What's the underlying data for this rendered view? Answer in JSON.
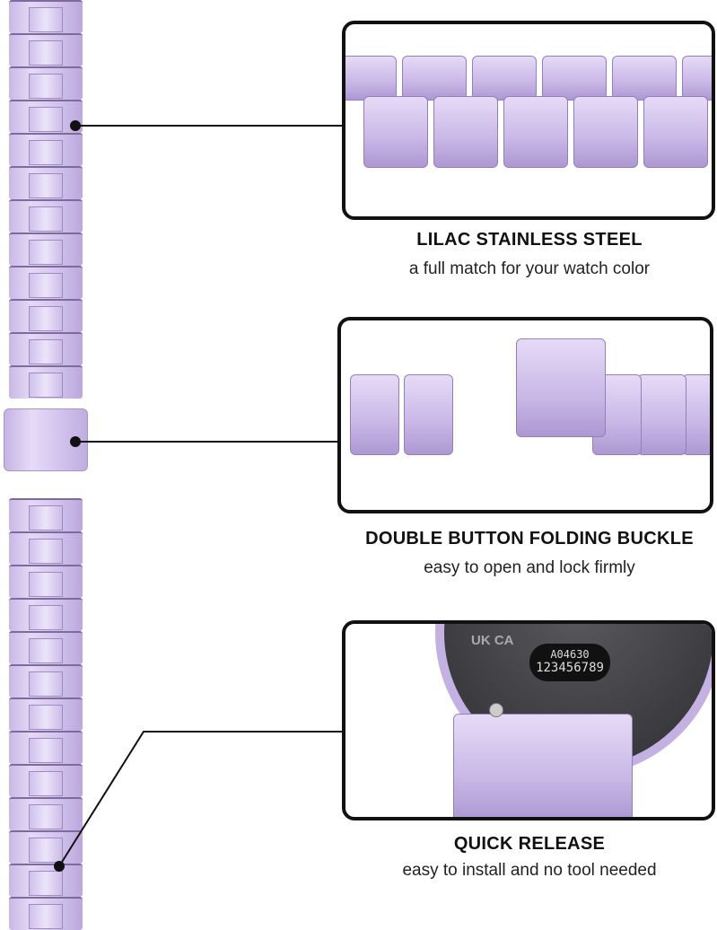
{
  "features": [
    {
      "title": "LILAC STAINLESS STEEL",
      "subtitle": "a full match for your watch color"
    },
    {
      "title": "DOUBLE BUTTON FOLDING BUCKLE",
      "subtitle": "easy to open and lock firmly"
    },
    {
      "title": "QUICK RELEASE",
      "subtitle": "easy to install and no tool needed"
    }
  ],
  "watch_back": {
    "model": "A04630",
    "serial": "123456789",
    "marks": "UK CA"
  },
  "colors": {
    "lilac": "#d6c7f0",
    "line": "#111111"
  }
}
